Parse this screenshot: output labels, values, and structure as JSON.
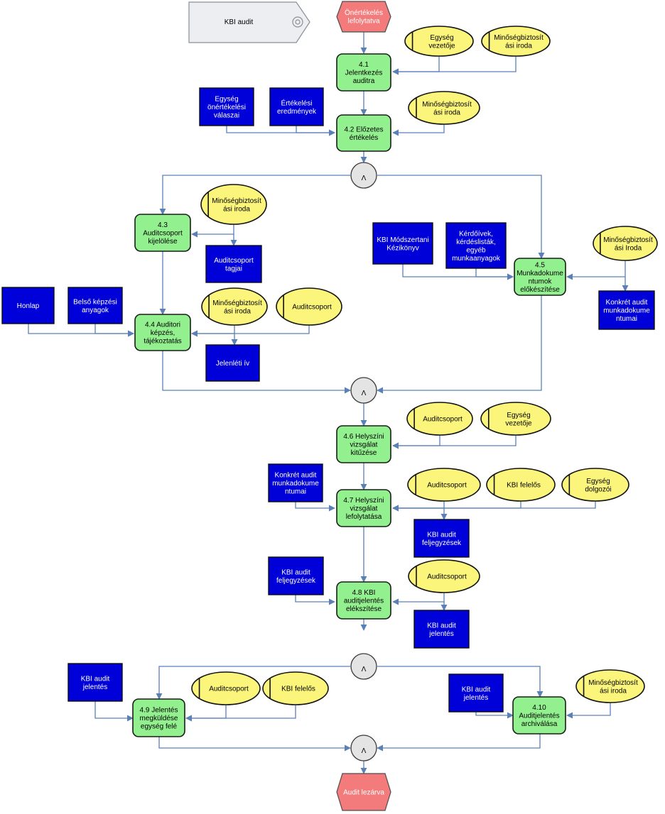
{
  "title_flag": "KBI audit",
  "start_event": [
    "Önértékelés",
    "lefolytatva"
  ],
  "end_event": [
    "Audit lezárva"
  ],
  "operator_symbol": "Λ",
  "processes": [
    {
      "id": "p41",
      "lines": [
        "4.1",
        "Jelentkezés",
        "auditra"
      ]
    },
    {
      "id": "p42",
      "lines": [
        "4.2 Előzetes",
        "értékelés"
      ]
    },
    {
      "id": "p43",
      "lines": [
        "4.3",
        "Auditcsoport",
        "kijelölése"
      ]
    },
    {
      "id": "p44",
      "lines": [
        "4.4 Auditori",
        "képzés,",
        "tájékoztatás"
      ]
    },
    {
      "id": "p45",
      "lines": [
        "4.5",
        "Munkadokume",
        "ntumok",
        "előkészítése"
      ]
    },
    {
      "id": "p46",
      "lines": [
        "4.6 Helyszíni",
        "vizsgálat",
        "kitűzése"
      ]
    },
    {
      "id": "p47",
      "lines": [
        "4.7 Helyszíni",
        "vizsgálat",
        "lefolytatása"
      ]
    },
    {
      "id": "p48",
      "lines": [
        "4.8 KBI",
        "auditjelentés",
        "elékszítése"
      ]
    },
    {
      "id": "p49",
      "lines": [
        "4.9 Jelentés",
        "megküldése",
        "egység felé"
      ]
    },
    {
      "id": "p410",
      "lines": [
        "4.10",
        "Auditjelentés",
        "archiválása"
      ]
    }
  ],
  "documents": [
    {
      "id": "d1",
      "lines": [
        "Egység",
        "önértékelési",
        "válaszai"
      ]
    },
    {
      "id": "d2",
      "lines": [
        "Értékelési",
        "eredmények"
      ]
    },
    {
      "id": "d3",
      "lines": [
        "Auditcsoport",
        "tagjai"
      ]
    },
    {
      "id": "d4",
      "lines": [
        "Honlap"
      ]
    },
    {
      "id": "d5",
      "lines": [
        "Belső képzési",
        "anyagok"
      ]
    },
    {
      "id": "d6",
      "lines": [
        "Jelenléti ív"
      ]
    },
    {
      "id": "d7",
      "lines": [
        "KBI Módszertani",
        "Kézikönyv"
      ]
    },
    {
      "id": "d8",
      "lines": [
        "Kérdőívek,",
        "kérdéslisták,",
        "egyéb",
        "munkaanyagok"
      ]
    },
    {
      "id": "d9",
      "lines": [
        "Konkrét audit",
        "munkadokume",
        "ntumai"
      ]
    },
    {
      "id": "d10",
      "lines": [
        "Konkrét audit",
        "munkadokume",
        "ntumai"
      ]
    },
    {
      "id": "d11",
      "lines": [
        "KBI audit",
        "feljegyzések"
      ]
    },
    {
      "id": "d12",
      "lines": [
        "KBI audit",
        "feljegyzések"
      ]
    },
    {
      "id": "d13",
      "lines": [
        "KBI audit",
        "jelentés"
      ]
    },
    {
      "id": "d14",
      "lines": [
        "KBI audit",
        "jelentés"
      ]
    },
    {
      "id": "d15",
      "lines": [
        "KBI audit",
        "jelentés"
      ]
    }
  ],
  "org_units": [
    {
      "id": "o1",
      "lines": [
        "Egység",
        "vezetője"
      ]
    },
    {
      "id": "o2",
      "lines": [
        "Minőségbiztosít",
        "ási iroda"
      ]
    },
    {
      "id": "o3",
      "lines": [
        "Minőségbiztosít",
        "ási iroda"
      ]
    },
    {
      "id": "o4",
      "lines": [
        "Minőségbiztosít",
        "ási iroda"
      ]
    },
    {
      "id": "o5",
      "lines": [
        "Minőségbiztosít",
        "ási iroda"
      ]
    },
    {
      "id": "o6",
      "lines": [
        "Auditcsoport"
      ]
    },
    {
      "id": "o7",
      "lines": [
        "Minőségbiztosít",
        "ási Iroda"
      ]
    },
    {
      "id": "o8",
      "lines": [
        "Auditcsoport"
      ]
    },
    {
      "id": "o9",
      "lines": [
        "Egység",
        "vezetője"
      ]
    },
    {
      "id": "o10",
      "lines": [
        "Auditcsoport"
      ]
    },
    {
      "id": "o11",
      "lines": [
        "KBI felelős"
      ]
    },
    {
      "id": "o12",
      "lines": [
        "Egység",
        "dolgozói"
      ]
    },
    {
      "id": "o13",
      "lines": [
        "Auditcsoport"
      ]
    },
    {
      "id": "o14",
      "lines": [
        "Auditcsoport"
      ]
    },
    {
      "id": "o15",
      "lines": [
        "KBI felelős"
      ]
    },
    {
      "id": "o16",
      "lines": [
        "Minőségbiztosít",
        "ási iroda"
      ]
    }
  ],
  "colors": {
    "process_fill": "#93f08f",
    "document_fill": "#0000d8",
    "org_fill": "#fbf57b",
    "event_fill": "#f47b7b",
    "operator_fill": "#e4e4e4",
    "connector": "#5a80b8"
  }
}
